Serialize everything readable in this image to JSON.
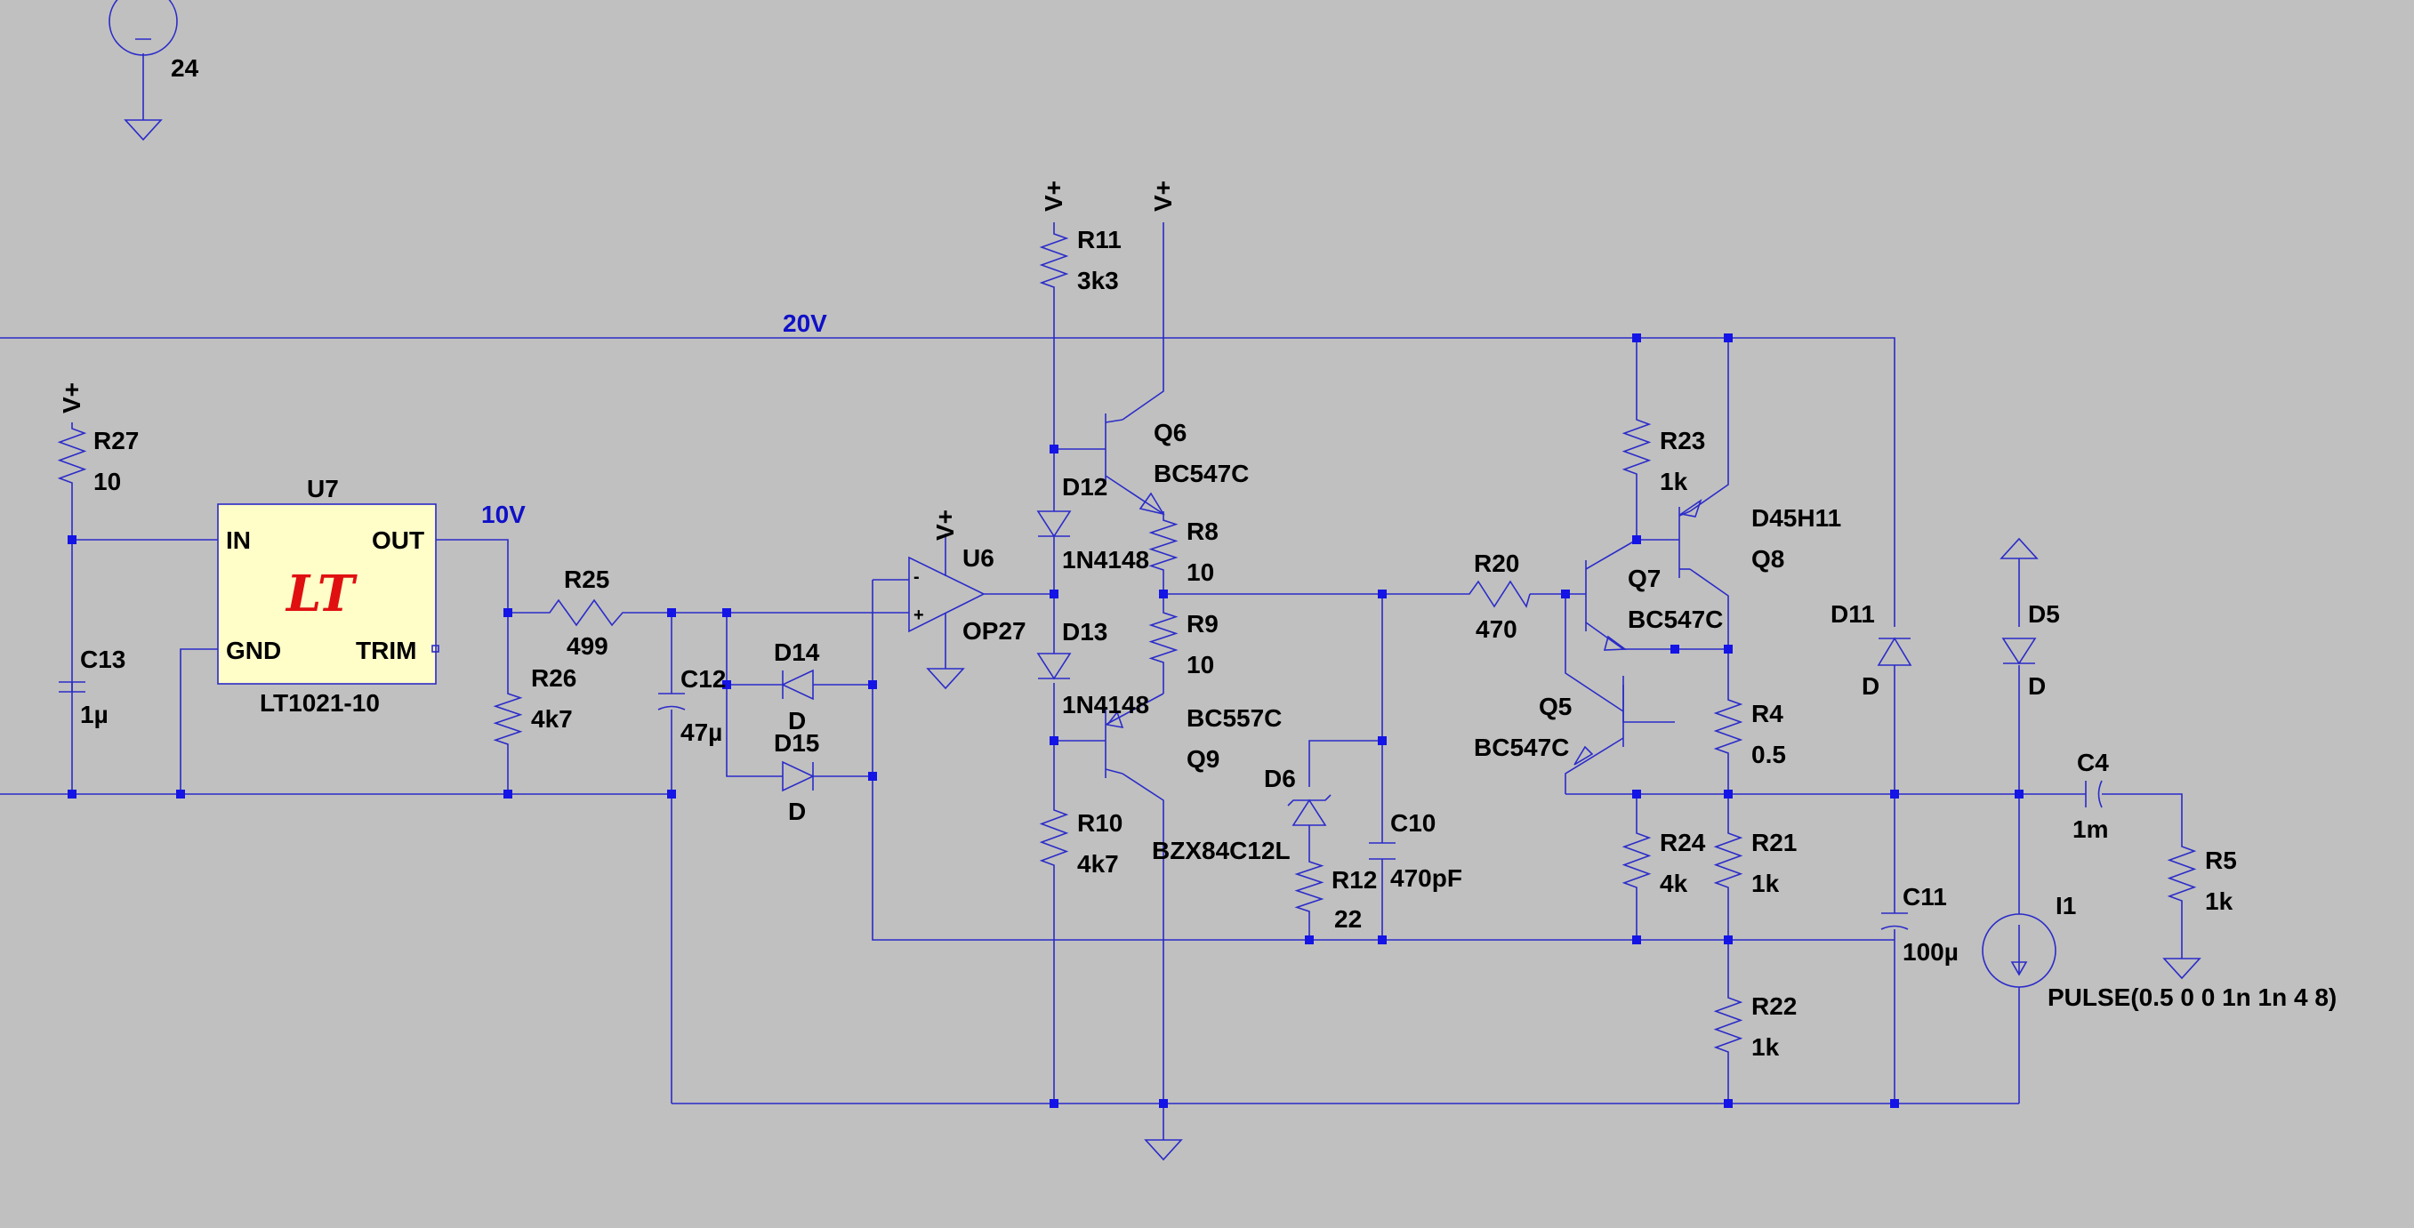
{
  "schematic": {
    "supply": {
      "value": "24"
    },
    "nets": {
      "rail20": "20V",
      "ref10": "10V",
      "vplus": "V+"
    },
    "u7": {
      "ref": "U7",
      "part": "LT1021-10",
      "pin_in": "IN",
      "pin_out": "OUT",
      "pin_gnd": "GND",
      "pin_trim": "TRIM"
    },
    "u6": {
      "ref": "U6",
      "part": "OP27",
      "minus": "-",
      "plus": "+"
    },
    "resistors": {
      "R27": {
        "ref": "R27",
        "value": "10"
      },
      "R25": {
        "ref": "R25",
        "value": "499"
      },
      "R26": {
        "ref": "R26",
        "value": "4k7"
      },
      "R11": {
        "ref": "R11",
        "value": "3k3"
      },
      "R8": {
        "ref": "R8",
        "value": "10"
      },
      "R9": {
        "ref": "R9",
        "value": "10"
      },
      "R10": {
        "ref": "R10",
        "value": "4k7"
      },
      "R12": {
        "ref": "R12",
        "value": "22"
      },
      "R20": {
        "ref": "R20",
        "value": "470"
      },
      "R23": {
        "ref": "R23",
        "value": "1k"
      },
      "R4": {
        "ref": "R4",
        "value": "0.5"
      },
      "R24": {
        "ref": "R24",
        "value": "4k"
      },
      "R21": {
        "ref": "R21",
        "value": "1k"
      },
      "R22": {
        "ref": "R22",
        "value": "1k"
      },
      "R5": {
        "ref": "R5",
        "value": "1k"
      }
    },
    "capacitors": {
      "C13": {
        "ref": "C13",
        "value": "1µ"
      },
      "C12": {
        "ref": "C12",
        "value": "47µ"
      },
      "C10": {
        "ref": "C10",
        "value": "470pF"
      },
      "C11": {
        "ref": "C11",
        "value": "100µ"
      },
      "C4": {
        "ref": "C4",
        "value": "1m"
      }
    },
    "diodes": {
      "D14": {
        "ref": "D14",
        "value": "D"
      },
      "D15": {
        "ref": "D15",
        "value": "D"
      },
      "D12": {
        "ref": "D12",
        "value": "1N4148"
      },
      "D13": {
        "ref": "D13",
        "value": "1N4148"
      },
      "D6": {
        "ref": "D6",
        "value": "BZX84C12L"
      },
      "D11": {
        "ref": "D11",
        "value": "D"
      },
      "D5": {
        "ref": "D5",
        "value": "D"
      }
    },
    "transistors": {
      "Q6": {
        "ref": "Q6",
        "value": "BC547C"
      },
      "Q9": {
        "ref": "Q9",
        "value": "BC557C"
      },
      "Q7": {
        "ref": "Q7",
        "value": "BC547C"
      },
      "Q5": {
        "ref": "Q5",
        "value": "BC547C"
      },
      "Q8": {
        "ref": "Q8",
        "value": "D45H11"
      }
    },
    "sources": {
      "I1": {
        "ref": "I1",
        "value": "PULSE(0.5 0 0 1n 1n 4 8)"
      }
    }
  }
}
